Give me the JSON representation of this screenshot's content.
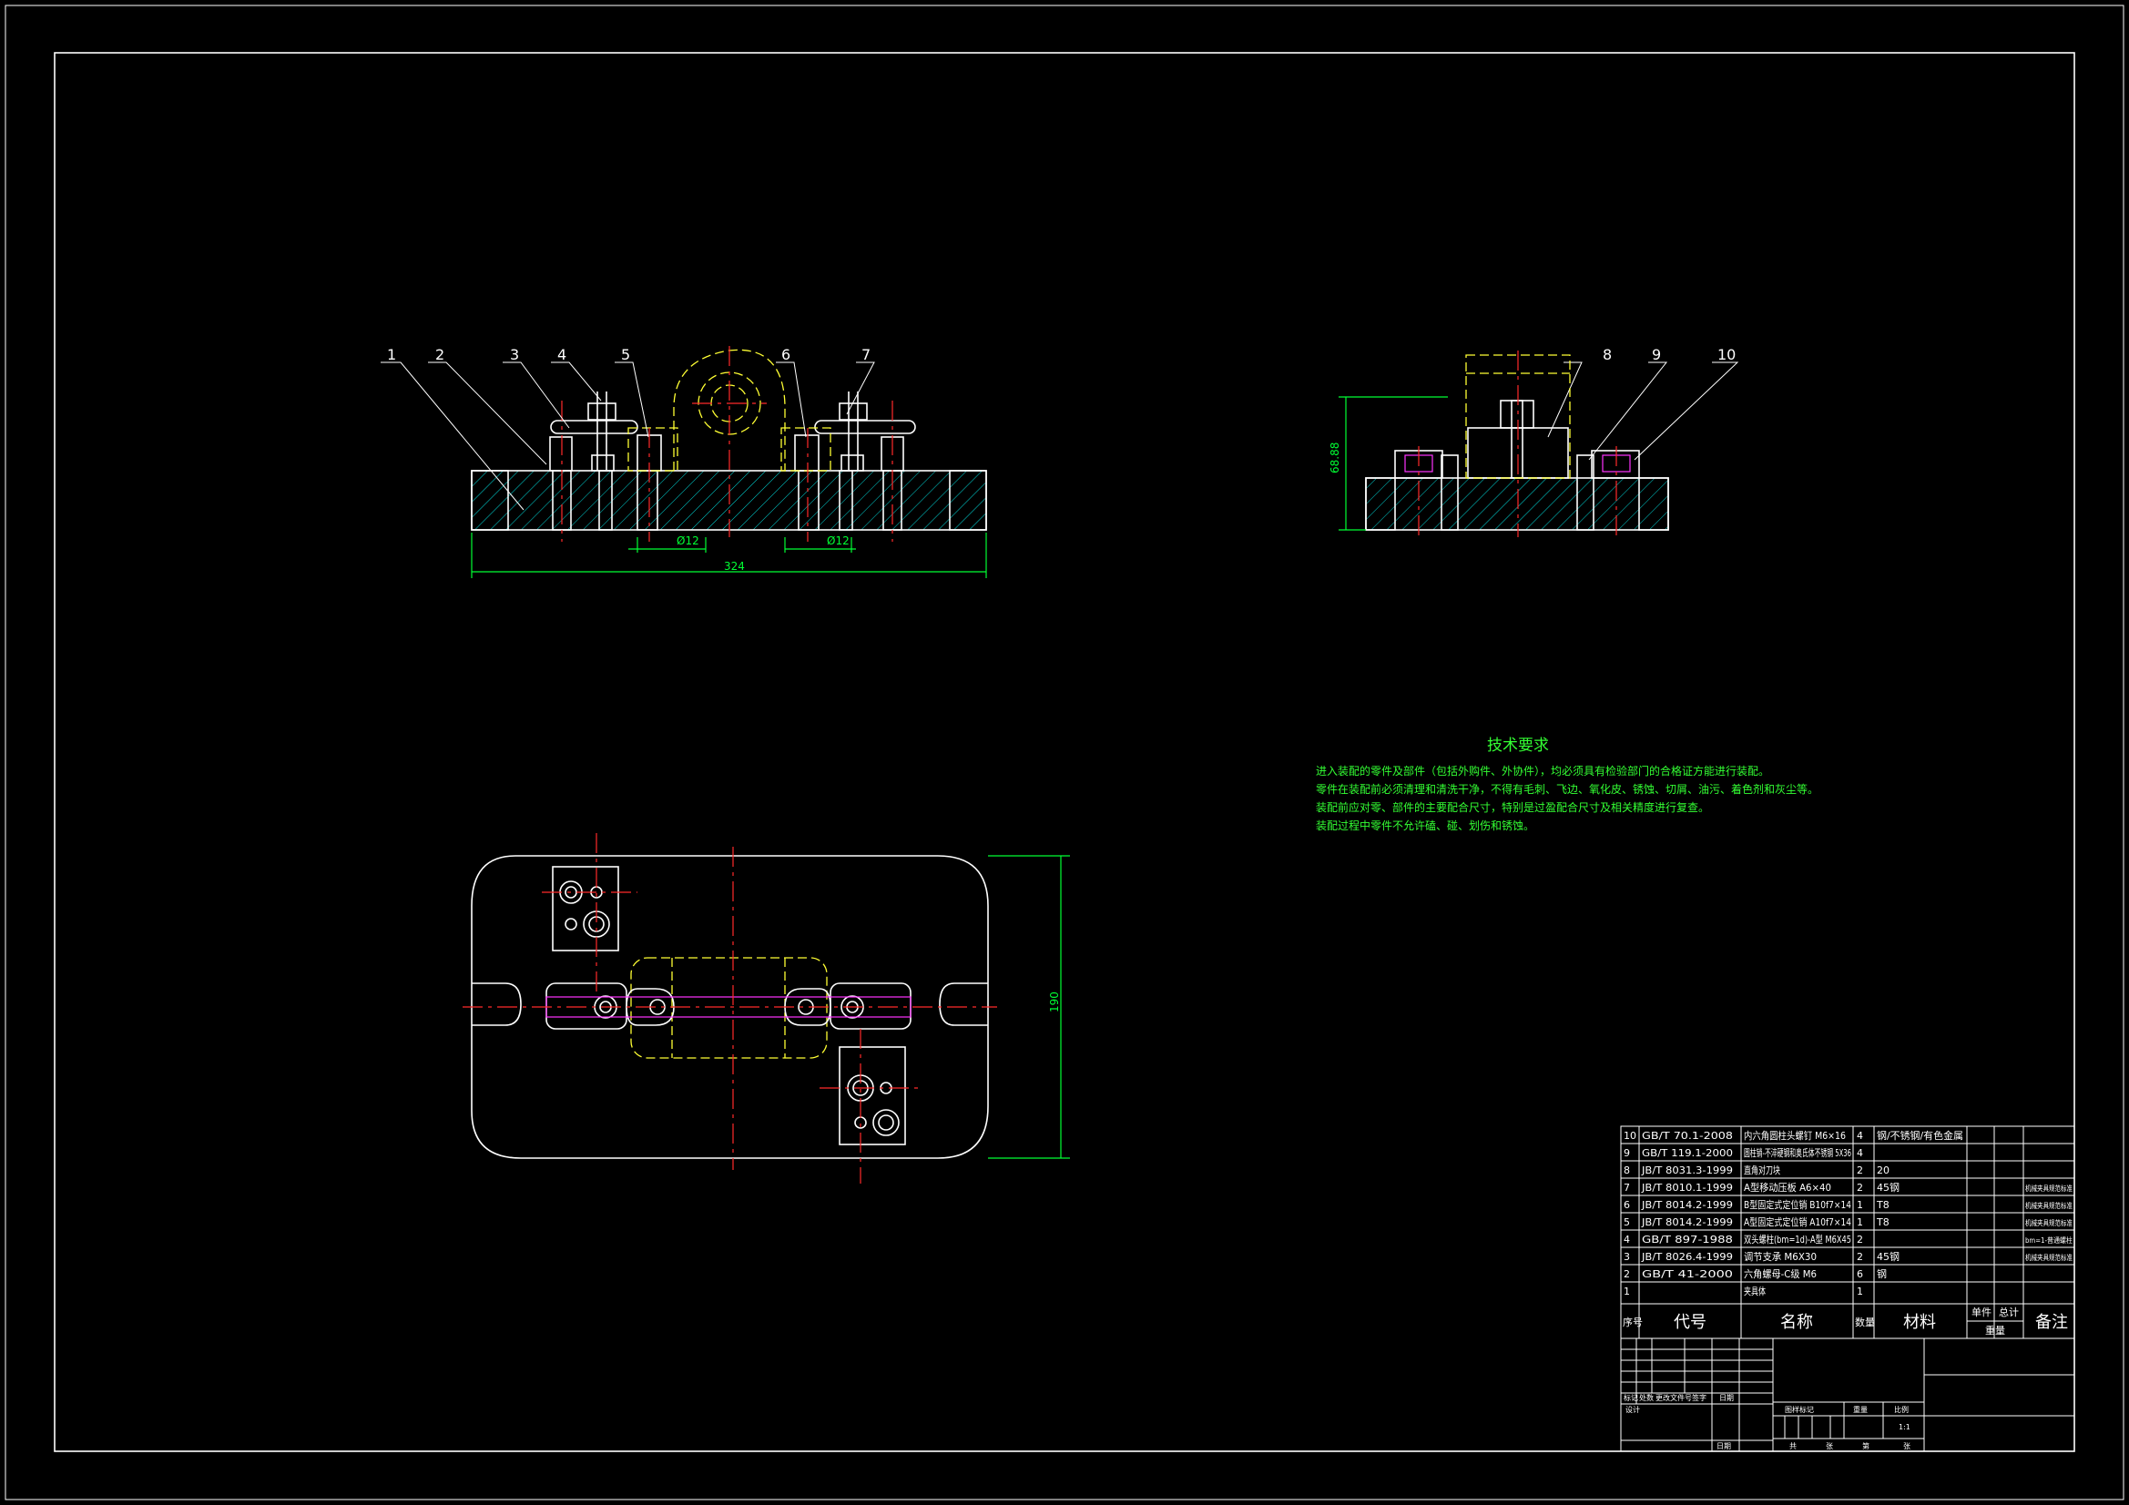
{
  "balloons": [
    "1",
    "2",
    "3",
    "4",
    "5",
    "6",
    "7",
    "8",
    "9",
    "10"
  ],
  "dimensions": {
    "front_width": "324",
    "hole_left": "Ø12",
    "hole_right": "Ø12",
    "side_height": "68.88",
    "plan_height": "190"
  },
  "tech_requirements": {
    "title": "技术要求",
    "lines": [
      "进入装配的零件及部件（包括外购件、外协件），均必须具有检验部门的合格证方能进行装配。",
      "零件在装配前必须清理和清洗干净，不得有毛刺、飞边、氧化皮、锈蚀、切屑、油污、着色剂和灰尘等。",
      "装配前应对零、部件的主要配合尺寸，特别是过盈配合尺寸及相关精度进行复查。",
      "装配过程中零件不允许磕、碰、划伤和锈蚀。"
    ]
  },
  "bom": {
    "rows": [
      {
        "no": "10",
        "code": "GB/T 70.1-2008",
        "name": "内六角圆柱头螺钉 M6×16",
        "qty": "4",
        "material": "钢/不锈钢/有色金属",
        "remark": ""
      },
      {
        "no": "9",
        "code": "GB/T 119.1-2000",
        "name": "圆柱销-不淬硬钢和奥氏体不锈钢 5X36",
        "qty": "4",
        "material": "",
        "remark": ""
      },
      {
        "no": "8",
        "code": "JB/T 8031.3-1999",
        "name": "直角对刀块",
        "qty": "2",
        "material": "20",
        "remark": ""
      },
      {
        "no": "7",
        "code": "JB/T 8010.1-1999",
        "name": "A型移动压板 A6×40",
        "qty": "2",
        "material": "45钢",
        "remark": "机械夹具规范标准"
      },
      {
        "no": "6",
        "code": "JB/T 8014.2-1999",
        "name": "B型固定式定位销 B10f7×14",
        "qty": "1",
        "material": "T8",
        "remark": "机械夹具规范标准"
      },
      {
        "no": "5",
        "code": "JB/T 8014.2-1999",
        "name": "A型固定式定位销 A10f7×14",
        "qty": "1",
        "material": "T8",
        "remark": "机械夹具规范标准"
      },
      {
        "no": "4",
        "code": "GB/T 897-1988",
        "name": "双头螺柱(bm=1d)-A型 M6X45",
        "qty": "2",
        "material": "",
        "remark": "bm=1-普通螺柱"
      },
      {
        "no": "3",
        "code": "JB/T 8026.4-1999",
        "name": "调节支承 M6X30",
        "qty": "2",
        "material": "45钢",
        "remark": "机械夹具规范标准"
      },
      {
        "no": "2",
        "code": "GB/T 41-2000",
        "name": "六角螺母-C级 M6",
        "qty": "6",
        "material": "钢",
        "remark": ""
      },
      {
        "no": "1",
        "code": "",
        "name": "夹具体",
        "qty": "1",
        "material": "",
        "remark": ""
      }
    ],
    "header": {
      "no": "序号",
      "code": "代号",
      "name": "名称",
      "qty": "数量",
      "material": "材料",
      "unit": "单件",
      "total": "总计",
      "weight": "重量",
      "remark": "备注"
    }
  },
  "title_block": {
    "rev_labels": [
      "标记",
      "处数",
      "更改文件号",
      "签字",
      "日期"
    ],
    "design": "设计",
    "date": "日期",
    "stage_labels": [
      "图样标记",
      "重量",
      "比例"
    ],
    "scale": "1:1",
    "sheet_labels": [
      "共",
      "张",
      "第",
      "张"
    ]
  }
}
